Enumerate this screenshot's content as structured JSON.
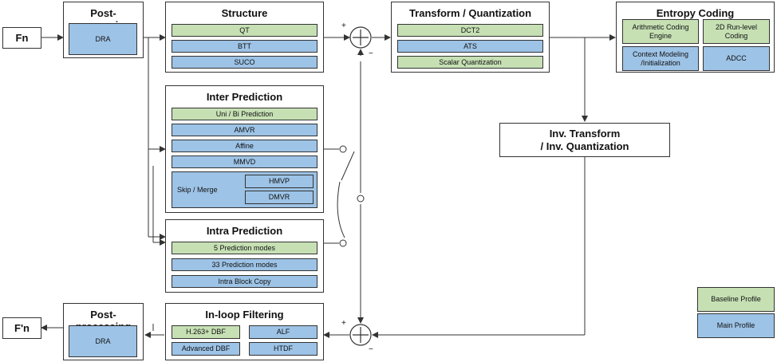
{
  "input_label": "Fn",
  "output_label": "F'n",
  "post_top": {
    "title": "Post-processing",
    "item": "DRA"
  },
  "post_bottom": {
    "title": "Post-processing",
    "item": "DRA"
  },
  "structure": {
    "title": "Structure",
    "items": [
      "QT",
      "BTT",
      "SUCO"
    ]
  },
  "inter": {
    "title": "Inter Prediction",
    "items": [
      "Uni / Bi Prediction",
      "AMVR",
      "Affine",
      "MMVD"
    ],
    "skip_merge": "Skip / Merge",
    "sub_items": [
      "HMVP",
      "DMVR"
    ]
  },
  "intra": {
    "title": "Intra Prediction",
    "items": [
      "5 Prediction modes",
      "33 Prediction modes",
      "Intra Block Copy"
    ]
  },
  "inloop": {
    "title": "In-loop Filtering",
    "items": [
      "H.263+ DBF",
      "ALF",
      "Advanced DBF",
      "HTDF"
    ]
  },
  "transform": {
    "title": "Transform / Quantization",
    "items": [
      "DCT2",
      "ATS",
      "Scalar Quantization"
    ]
  },
  "entropy": {
    "title": "Entropy Coding",
    "items": [
      "Arithmetic Coding Engine",
      "2D Run-level Coding",
      "Context Modeling /Initialization",
      "ADCC"
    ]
  },
  "inv": {
    "line1": "Inv. Transform",
    "line2": "/ Inv. Quantization"
  },
  "legend": {
    "baseline": "Baseline Profile",
    "main": "Main Profile"
  },
  "signs": {
    "plus": "+",
    "minus": "−"
  },
  "colors": {
    "baseline": "#c6e0b4",
    "main": "#9dc3e6"
  }
}
